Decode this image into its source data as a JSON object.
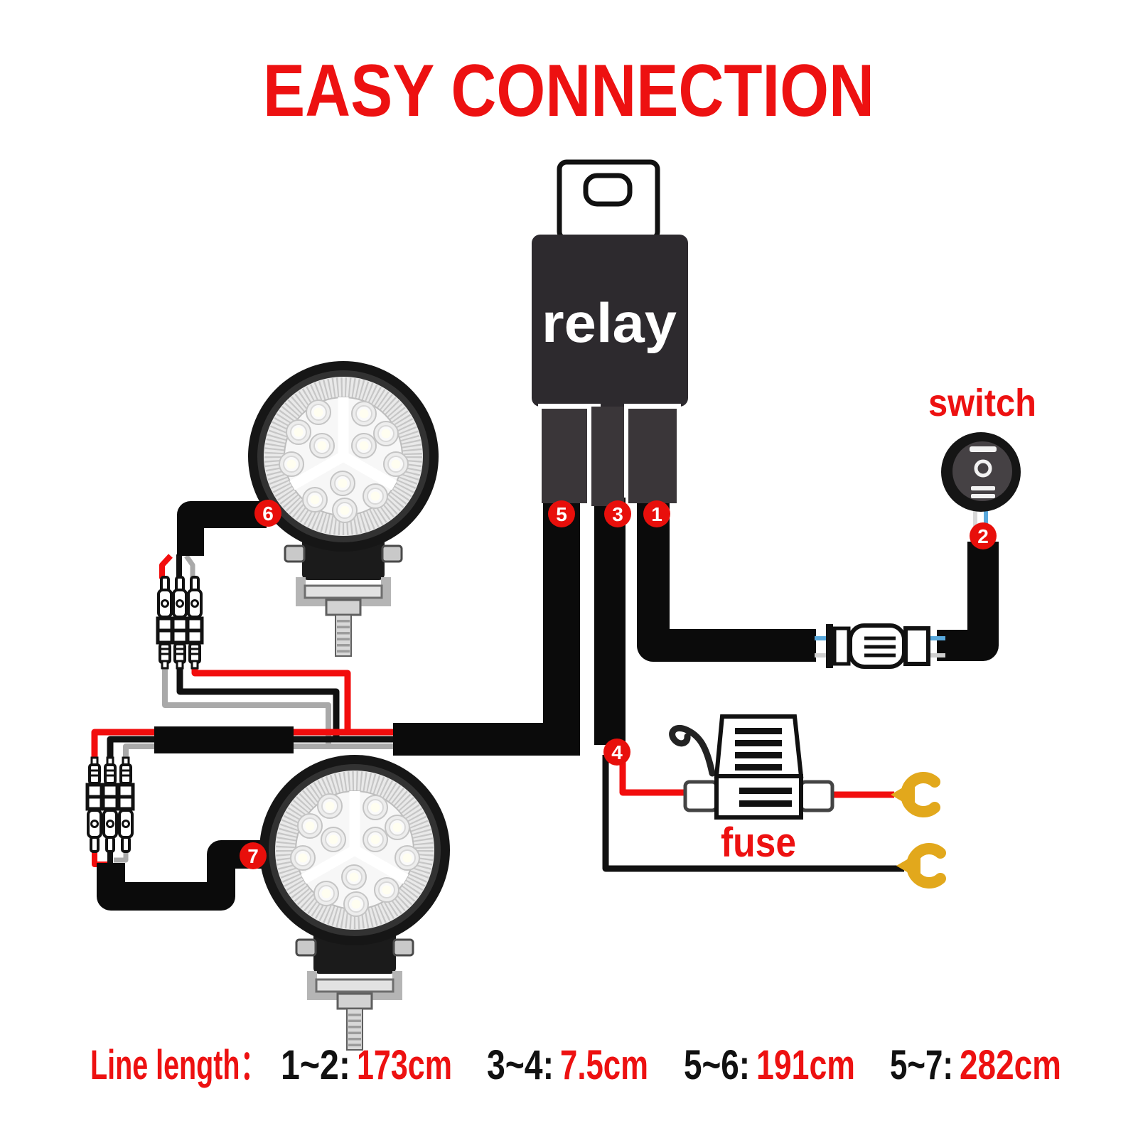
{
  "title": "EASY CONNECTION",
  "relay": {
    "label": "relay"
  },
  "switch": {
    "label": "switch"
  },
  "fuse": {
    "label": "fuse"
  },
  "badges": [
    "1",
    "2",
    "3",
    "4",
    "5",
    "6",
    "7"
  ],
  "legend": {
    "label": "Line length：",
    "items": [
      {
        "pair": "1~2:",
        "value": "173cm"
      },
      {
        "pair": "3~4:",
        "value": "7.5cm"
      },
      {
        "pair": "5~6:",
        "value": "191cm"
      },
      {
        "pair": "5~7:",
        "value": "282cm"
      }
    ]
  },
  "icons": {
    "relay": "relay-box-icon",
    "switch": "rocker-switch-icon",
    "fuse": "fuse-holder-icon",
    "terminal": "spade-terminal-icon",
    "worklight": "led-worklight-icon",
    "connector": "bullet-connector-icon"
  },
  "colors": {
    "accent_red": "#ed1111",
    "badge_red": "#e80f0b",
    "wire_black": "#0b0b0b",
    "wire_red": "#f20d0d",
    "wire_gray": "#a9a9a9",
    "wire_blue": "#58a8dc",
    "terminal_yellow": "#e2a81c",
    "relay_body": "#2d2a2e"
  }
}
